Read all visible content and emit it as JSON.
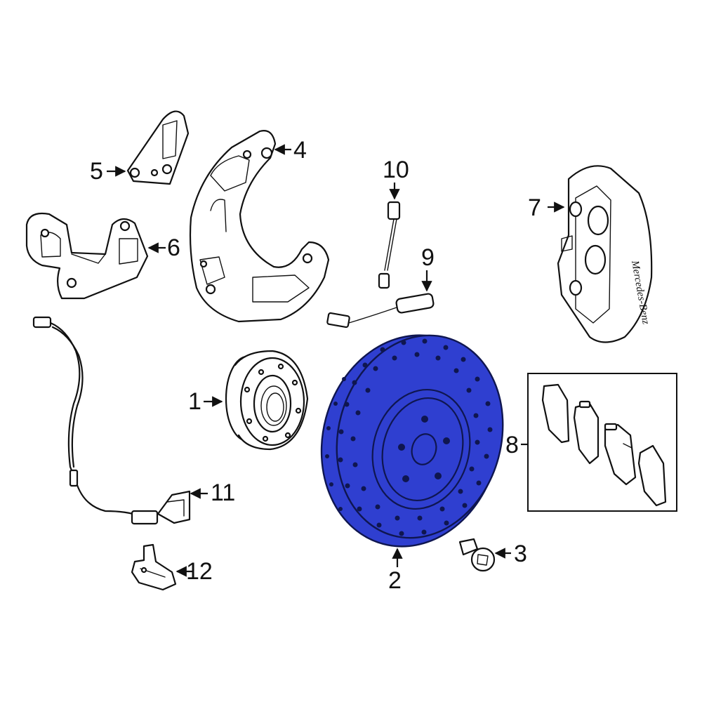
{
  "colors": {
    "highlight": "#2f3fd0",
    "highlight_dark": "#0f1650",
    "line": "#111111",
    "background": "#ffffff"
  },
  "callouts": {
    "hub": "1",
    "rotor": "2",
    "bolt": "3",
    "splash_shield": "4",
    "bracket_upper": "5",
    "bracket_lower": "6",
    "caliper": "7",
    "pads": "8",
    "wear_sensor_rear": "9",
    "wear_sensor_front": "10",
    "abs_sensor": "11",
    "sensor_bracket": "12"
  },
  "caliper_text": "Mercedes-Benz"
}
